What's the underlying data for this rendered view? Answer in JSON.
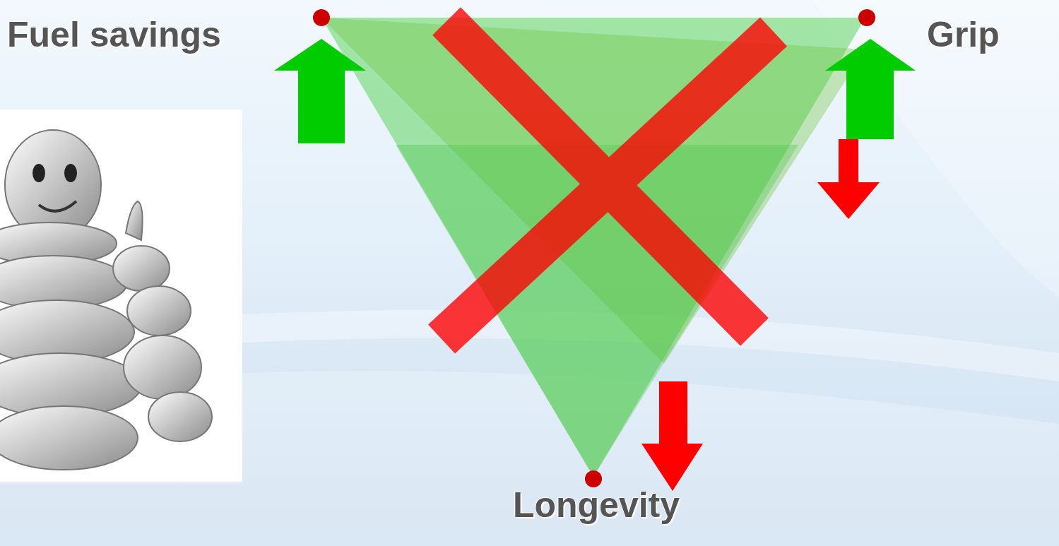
{
  "diagram": {
    "labels": [
      "Fuel savings",
      "Grip",
      "Longevity"
    ]
  }
}
